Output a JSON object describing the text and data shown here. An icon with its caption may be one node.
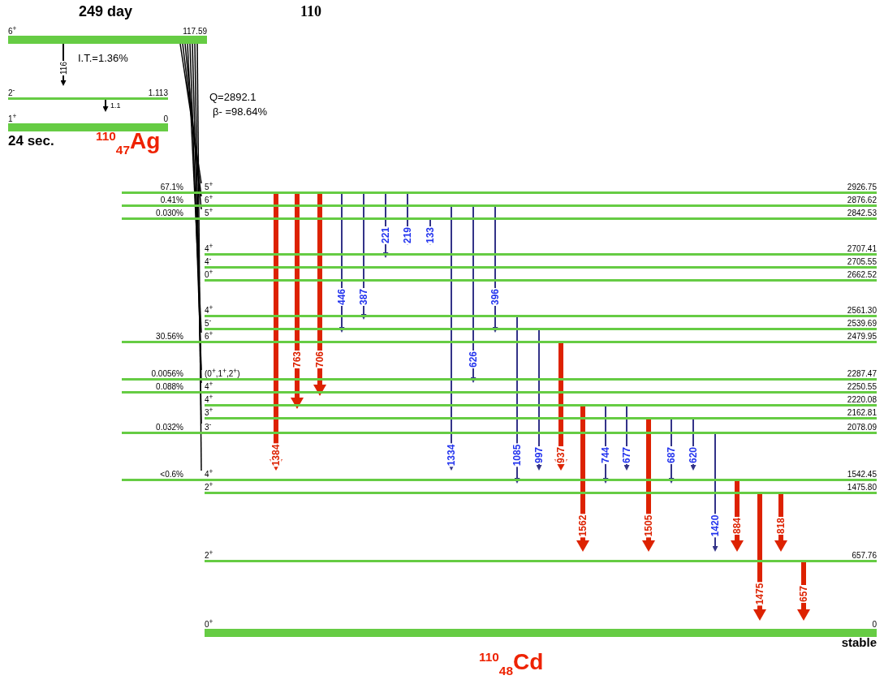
{
  "diagram": {
    "nodes": [
      {
        "text": [
          "6$^{+}$",
          "117.59"
        ],
        "beside": [
          "249 day"
        ]
      },
      {
        "text": [
          "2$^{-}$",
          "1.113"
        ]
      },
      {
        "text": [
          "1$^{+}$",
          "0"
        ],
        "beside": [
          "24 sec."
        ]
      },
      {
        "text": [
          "5$^{+}$",
          "2926.75"
        ],
        "beside": [
          "67.1%"
        ]
      },
      {
        "text": [
          "6$^{+}$",
          "2876.62"
        ],
        "beside": [
          "0.41%"
        ]
      },
      {
        "text": [
          "5$^{+}$",
          "2842.53"
        ],
        "beside": [
          "0.030%"
        ]
      },
      {
        "text": [
          "4$^{+}$",
          "2707.41"
        ]
      },
      {
        "text": [
          "4$^{-}$",
          "2705.55"
        ]
      },
      {
        "text": [
          "0$^{+}$",
          "2662.52"
        ]
      },
      {
        "text": [
          "4$^{+}$",
          "2561.30"
        ]
      },
      {
        "text": [
          "5$^{-}$",
          "2539.69"
        ]
      },
      {
        "text": [
          "6$^{+}$",
          "2479.95"
        ],
        "beside": [
          "30.56%"
        ]
      },
      {
        "text": [
          "(0$^{+}$,1$^{+}$,2$^{+}$)",
          "2287.47"
        ],
        "beside": [
          "0.0056%"
        ]
      },
      {
        "text": [
          "4$^{+}$",
          "2250.55"
        ],
        "beside": [
          "0.088%"
        ]
      },
      {
        "text": [
          "4$^{+}$",
          "2220.08"
        ]
      },
      {
        "text": [
          "3$^{+}$",
          "2162.81"
        ]
      },
      {
        "text": [
          "3$^{-}$",
          "2078.09"
        ],
        "beside": [
          "0.032%"
        ]
      },
      {
        "text": [
          "4$^{+}$",
          "1542.45"
        ],
        "beside": [
          "<0.6%"
        ]
      },
      {
        "text": [
          "2$^{+}$",
          "1475.80"
        ]
      },
      {
        "text": [
          "2$^{+}$",
          "657.76"
        ]
      },
      {
        "text": [
          "0$^{+}$",
          "0"
        ],
        "beside": [
          "stable"
        ]
      }
    ],
    "edges": [
      {
        "from": 0,
        "to": 1,
        "arrow": "to",
        "label": "116",
        "color": "#000000"
      },
      {
        "from": 1,
        "to": 2,
        "arrow": "to",
        "label": "1.1",
        "color": "#000000"
      },
      {
        "from": 0,
        "to": 3,
        "arrow": "none",
        "color": "#000000"
      },
      {
        "from": 0,
        "to": 4,
        "arrow": "none",
        "color": "#000000"
      },
      {
        "from": 0,
        "to": 5,
        "arrow": "none",
        "color": "#000000"
      },
      {
        "from": 0,
        "to": 11,
        "arrow": "none",
        "color": "#000000"
      },
      {
        "from": 0,
        "to": 12,
        "arrow": "none",
        "color": "#000000"
      },
      {
        "from": 0,
        "to": 13,
        "arrow": "none",
        "color": "#000000"
      },
      {
        "from": 0,
        "to": 16,
        "arrow": "none",
        "color": "#000000"
      },
      {
        "from": 0,
        "to": 17,
        "arrow": "none",
        "color": "#000000"
      },
      {
        "from": 3,
        "to": 17,
        "arrow": "to",
        "label": "1384",
        "style": "thick",
        "color": "#dd2200"
      },
      {
        "from": 3,
        "to": 15,
        "arrow": "to",
        "label": "763",
        "style": "thick",
        "color": "#dd2200"
      },
      {
        "from": 3,
        "to": 14,
        "arrow": "to",
        "label": "706",
        "style": "thick",
        "color": "#dd2200"
      },
      {
        "from": 3,
        "to": 11,
        "arrow": "to",
        "label": "446"
      },
      {
        "from": 3,
        "to": 10,
        "arrow": "to",
        "label": "387"
      },
      {
        "from": 3,
        "to": 7,
        "arrow": "to",
        "label": "221"
      },
      {
        "from": 3,
        "to": 6,
        "arrow": "to",
        "label": "219"
      },
      {
        "from": 5,
        "to": 6,
        "arrow": "to",
        "label": "133"
      },
      {
        "from": 4,
        "to": 17,
        "arrow": "to",
        "label": "1334"
      },
      {
        "from": 4,
        "to": 13,
        "arrow": "to",
        "label": "626"
      },
      {
        "from": 4,
        "to": 11,
        "arrow": "to",
        "label": "396"
      },
      {
        "from": 9,
        "to": 18,
        "arrow": "to",
        "label": "1085"
      },
      {
        "from": 10,
        "to": 17,
        "arrow": "to",
        "label": "997"
      },
      {
        "from": 11,
        "to": 17,
        "arrow": "to",
        "label": "937",
        "style": "thick",
        "color": "#dd2200"
      },
      {
        "from": 14,
        "to": 19,
        "arrow": "to",
        "label": "1562",
        "style": "thick",
        "color": "#dd2200"
      },
      {
        "from": 14,
        "to": 18,
        "arrow": "to",
        "label": "744"
      },
      {
        "from": 14,
        "to": 17,
        "arrow": "to",
        "label": "677"
      },
      {
        "from": 15,
        "to": 19,
        "arrow": "to",
        "label": "1505",
        "style": "thick",
        "color": "#dd2200"
      },
      {
        "from": 15,
        "to": 18,
        "arrow": "to",
        "label": "687"
      },
      {
        "from": 15,
        "to": 17,
        "arrow": "to",
        "label": "620"
      },
      {
        "from": 16,
        "to": 19,
        "arrow": "to",
        "label": "1420"
      },
      {
        "from": 17,
        "to": 19,
        "arrow": "to",
        "label": "884",
        "style": "thick",
        "color": "#dd2200"
      },
      {
        "from": 18,
        "to": 20,
        "arrow": "to",
        "label": "1475",
        "style": "thick",
        "color": "#dd2200"
      },
      {
        "from": 18,
        "to": 19,
        "arrow": "to",
        "label": "818",
        "style": "thick",
        "color": "#dd2200"
      },
      {
        "from": 19,
        "to": 20,
        "arrow": "to",
        "label": "657",
        "style": "thick",
        "color": "#dd2200"
      }
    ],
    "labels": [
      "110",
      "I.T.=1.36%",
      "Q=2892.1",
      "β- =98.64%",
      "$^{110}$$_{47}$Ag",
      "$^{110}$$_{48}$Cd"
    ]
  }
}
